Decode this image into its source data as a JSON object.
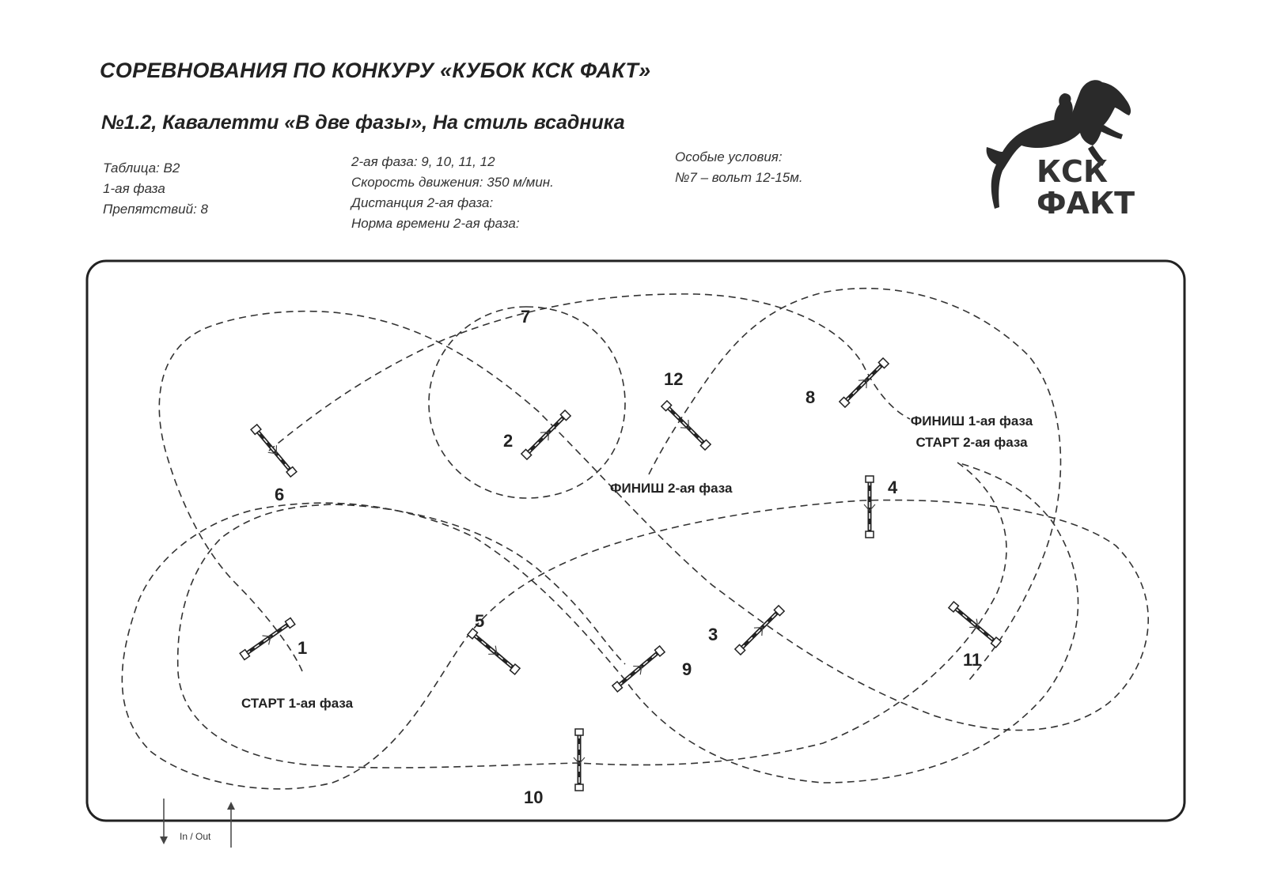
{
  "header": {
    "title": "СОРЕВНОВАНИЯ ПО КОНКУРУ «КУБОК КСК ФАКТ»",
    "subtitle": "№1.2, Кавалетти «В две фазы», На стиль всадника"
  },
  "info": {
    "col1": [
      "Таблица: В2",
      "1-ая фаза",
      "Препятствий: 8"
    ],
    "col2": [
      "2-ая фаза: 9, 10, 11, 12",
      "Скорость движения: 350 м/мин.",
      "Дистанция 2-ая фаза:",
      "Норма времени 2-ая фаза:"
    ],
    "col3": [
      "Особые условия:",
      "№7 – вольт 12-15м."
    ]
  },
  "logo": {
    "line1": "КСК",
    "line2": "ФАКТ"
  },
  "course": {
    "obstacles": [
      {
        "num": "1"
      },
      {
        "num": "2"
      },
      {
        "num": "3"
      },
      {
        "num": "4"
      },
      {
        "num": "5"
      },
      {
        "num": "6"
      },
      {
        "num": "7"
      },
      {
        "num": "8"
      },
      {
        "num": "9"
      },
      {
        "num": "10"
      },
      {
        "num": "11"
      },
      {
        "num": "12"
      }
    ],
    "labels": {
      "start1": "СТАРТ 1-ая фаза",
      "finish1": "ФИНИШ 1-ая фаза",
      "start2": "СТАРТ 2-ая фаза",
      "finish2": "ФИНИШ 2-ая фаза"
    },
    "entrance": "In / Out"
  },
  "colors": {
    "ink": "#222222",
    "path": "#333333"
  }
}
